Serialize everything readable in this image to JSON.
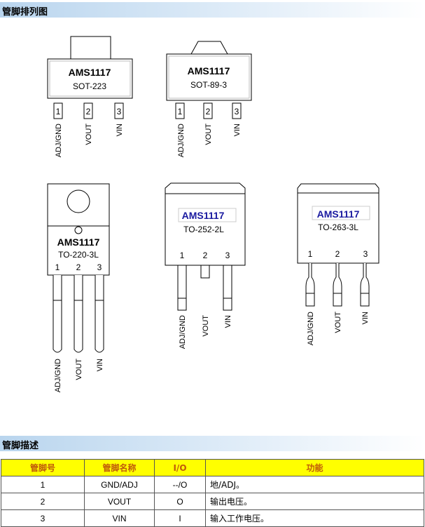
{
  "section1": {
    "title": "管脚排列图"
  },
  "section2": {
    "title": "管脚描述"
  },
  "packages": [
    {
      "part": "AMS1117",
      "name": "SOT-223",
      "pins": [
        "1",
        "2",
        "3"
      ]
    },
    {
      "part": "AMS1117",
      "name": "SOT-89-3",
      "pins": [
        "1",
        "2",
        "3"
      ]
    },
    {
      "part": "AMS1117",
      "name": "TO-220-3L",
      "pins": [
        "1",
        "2",
        "3"
      ]
    },
    {
      "part": "AMS1117",
      "name": "TO-252-2L",
      "pins": [
        "1",
        "2",
        "3"
      ]
    },
    {
      "part": "AMS1117",
      "name": "TO-263-3L",
      "pins": [
        "1",
        "2",
        "3"
      ]
    }
  ],
  "pin_labels": {
    "adj": "ADJ/GND",
    "vout": "VOUT",
    "vin": "VIN"
  },
  "table": {
    "headers": [
      "管脚号",
      "管脚名称",
      "I/O",
      "功能"
    ],
    "rows": [
      [
        "1",
        "GND/ADJ",
        "--/O",
        "地/ADJ。"
      ],
      [
        "2",
        "VOUT",
        "O",
        "输出电压。"
      ],
      [
        "3",
        "VIN",
        "I",
        "输入工作电压。"
      ]
    ]
  },
  "colors": {
    "table_header_bg": "#ffff00",
    "table_header_text": "#c05a0a",
    "part_blue": "#1a1aa0",
    "bar": "#b9d5ee"
  }
}
